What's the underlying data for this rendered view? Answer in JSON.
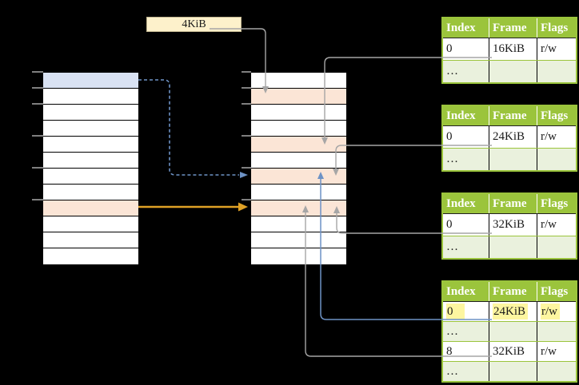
{
  "background": "#000000",
  "label_4kib": {
    "text": "4KiB"
  },
  "colors": {
    "background": "#000000",
    "row_blue": "#d9e2f3",
    "row_orange": "#fbe5d6",
    "table_header_green": "#9bc43c",
    "table_row_green": "#eaf1dd",
    "highlight_yellow": "#fdf6a0",
    "label_fill": "#fdf1cb",
    "label_border": "#bfb38e",
    "connector_grey": "#a6a6a6",
    "connector_blue": "#6d92c5",
    "connector_orange": "#dfa126",
    "tick_grey": "#7f7f7f"
  },
  "memory_columns": {
    "left": {
      "name": "virtual-memory-column",
      "rows": 12,
      "highlights": {
        "0": "blue",
        "8": "orange"
      },
      "tick_rows": [
        0,
        1,
        2,
        4,
        6,
        8
      ]
    },
    "middle": {
      "name": "physical-memory-column",
      "rows": 12,
      "highlights": {
        "1": "orange",
        "4": "orange",
        "6": "orange",
        "8": "orange"
      },
      "tick_rows": [
        0,
        1,
        2,
        4,
        6,
        8
      ]
    }
  },
  "page_tables": [
    {
      "headers": [
        "Index",
        "Frame",
        "Flags"
      ],
      "rows": [
        {
          "cells": [
            "0",
            "16KiB",
            "r/w"
          ]
        },
        {
          "cells": [
            "…",
            "",
            ""
          ],
          "shaded": true
        }
      ]
    },
    {
      "headers": [
        "Index",
        "Frame",
        "Flags"
      ],
      "rows": [
        {
          "cells": [
            "0",
            "24KiB",
            "r/w"
          ]
        },
        {
          "cells": [
            "…",
            "",
            ""
          ],
          "shaded": true
        }
      ]
    },
    {
      "headers": [
        "Index",
        "Frame",
        "Flags"
      ],
      "rows": [
        {
          "cells": [
            "0",
            "32KiB",
            "r/w"
          ]
        },
        {
          "cells": [
            "…",
            "",
            ""
          ],
          "shaded": true
        }
      ]
    },
    {
      "headers": [
        "Index",
        "Frame",
        "Flags"
      ],
      "rows": [
        {
          "cells": [
            "0",
            "24KiB",
            "r/w"
          ],
          "highlighted": true
        },
        {
          "cells": [
            "…",
            "",
            ""
          ],
          "shaded": true
        },
        {
          "cells": [
            "8",
            "32KiB",
            "r/w"
          ]
        },
        {
          "cells": [
            "…",
            "",
            ""
          ],
          "shaded": true
        }
      ]
    }
  ]
}
